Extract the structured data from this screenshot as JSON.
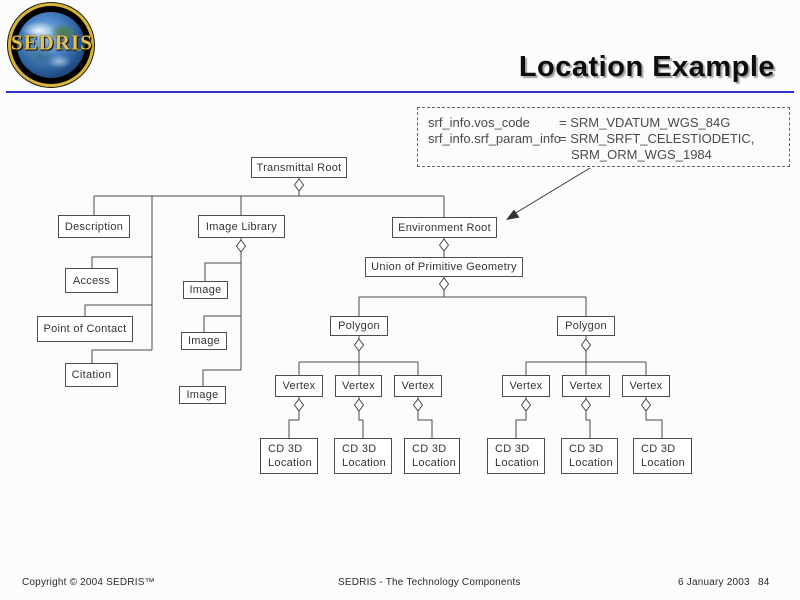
{
  "slide": {
    "title": "Location Example",
    "logo": {
      "text": "SEDRIS",
      "trademark": "™"
    },
    "annotation": {
      "rows": [
        {
          "label": "srf_info.vos_code",
          "value": "= SRM_VDATUM_WGS_84G"
        },
        {
          "label": "srf_info.srf_param_info",
          "value": "= SRM_SRFT_CELESTIODETIC,"
        },
        {
          "label": "",
          "value": "SRM_ORM_WGS_1984"
        }
      ],
      "arrow_target": "Environment Root"
    },
    "nodes": {
      "transmittal_root": "Transmittal Root",
      "description": "Description",
      "access": "Access",
      "point_of_contact": "Point of Contact",
      "citation": "Citation",
      "image_library": "Image Library",
      "image": "Image",
      "environment_root": "Environment Root",
      "union_of_primitive_geometry": "Union of Primitive Geometry",
      "polygon": "Polygon",
      "vertex": "Vertex",
      "cd_3d_line1": "CD 3D",
      "cd_3d_line2": "Location"
    },
    "structure": {
      "root": "Transmittal Root",
      "children_of_root": [
        "Description",
        "Access",
        "Point of Contact",
        "Citation",
        "Image Library",
        "Environment Root"
      ],
      "image_library_children": [
        "Image",
        "Image",
        "Image"
      ],
      "environment_root_child": "Union of Primitive Geometry",
      "union_children": [
        "Polygon",
        "Polygon"
      ],
      "each_polygon_children": [
        "Vertex",
        "Vertex",
        "Vertex"
      ],
      "each_vertex_child": "CD 3D Location"
    },
    "colors": {
      "rule": "#3333cc",
      "line": "#4a4a4a",
      "logo_gold": "#d8b437"
    },
    "footer": {
      "copyright": "Copyright © 2004 SEDRIS™",
      "center": "SEDRIS - The Technology Components",
      "date": "6 January 2003",
      "page": "84"
    }
  }
}
